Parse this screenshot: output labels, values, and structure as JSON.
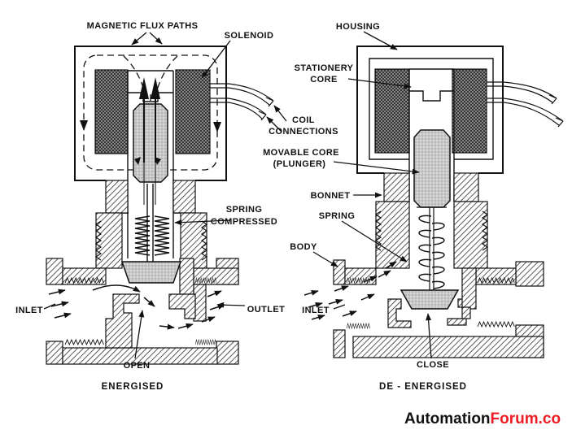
{
  "diagram": {
    "left": {
      "flux": "MAGNETIC FLUX PATHS",
      "solenoid": "SOLENOID",
      "coil1": "COIL",
      "coil2": "CONNECTIONS",
      "spring1": "SPRING",
      "spring2": "COMPRESSED",
      "inlet": "INLET",
      "outlet": "OUTLET",
      "state": "OPEN",
      "caption": "ENERGISED"
    },
    "right": {
      "housing": "HOUSING",
      "core1": "STATIONERY",
      "core2": "CORE",
      "mov1": "MOVABLE CORE",
      "mov2": "(PLUNGER)",
      "bonnet": "BONNET",
      "spring": "SPRING",
      "body": "BODY",
      "inlet": "INLET",
      "state": "CLOSE",
      "caption": "DE - ENERGISED"
    },
    "watermark": {
      "part1": "Automation",
      "part2": "Forum.co",
      "accent": "#ee1c25"
    }
  }
}
